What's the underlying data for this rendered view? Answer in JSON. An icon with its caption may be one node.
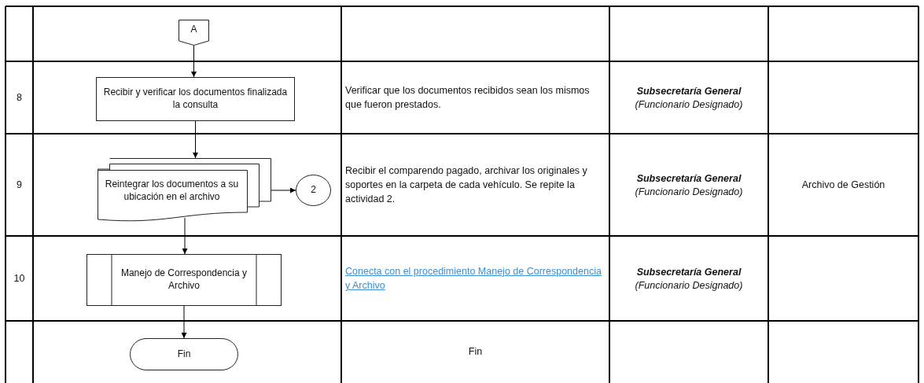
{
  "diagram": {
    "nodes": [
      {
        "text": [
          "A"
        ]
      },
      {
        "text": [
          "Recibir y verificar los documentos finalizada la consulta"
        ]
      },
      {
        "text": [
          "Reintegrar los documentos a su ubicación en el archivo"
        ]
      },
      {
        "text": [
          "2"
        ]
      },
      {
        "text": [
          "Manejo de Correspondencia y Archivo"
        ]
      },
      {
        "text": [
          "Fin"
        ]
      }
    ],
    "edges": [
      {
        "from": 0,
        "to": 1,
        "arrow": "to"
      },
      {
        "from": 1,
        "to": 2,
        "arrow": "to"
      },
      {
        "from": 2,
        "to": 3,
        "arrow": "to"
      },
      {
        "from": 2,
        "to": 4,
        "arrow": "to"
      },
      {
        "from": 4,
        "to": 5,
        "arrow": "to"
      }
    ],
    "labels": [
      "8",
      "Verificar que los documentos recibidos sean los mismos que fueron prestados.",
      "Subsecretaría General",
      "(Funcionario Designado)",
      "9",
      "Recibir el comparendo pagado, archivar los originales y soportes en la carpeta de cada vehículo. Se repite la actividad 2.",
      "Subsecretaría General",
      "(Funcionario Designado)",
      "Archivo de Gestión",
      "10",
      "Conecta con el procedimiento Manejo de Correspondencia y Archivo",
      "Subsecretaría General",
      "(Funcionario Designado)",
      "Fin"
    ]
  }
}
